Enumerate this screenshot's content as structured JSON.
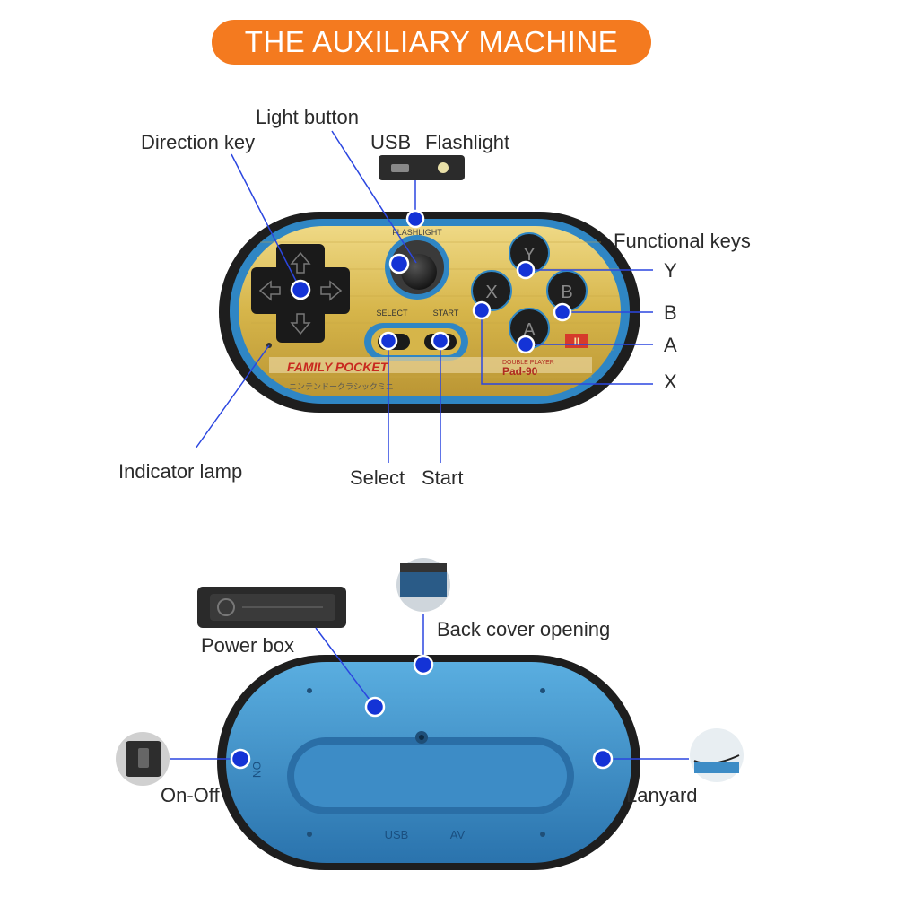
{
  "title": "THE AUXILIARY MACHINE",
  "front": {
    "device_labels": {
      "flashlight": "FLASHLIGHT",
      "select": "SELECT",
      "start": "START",
      "brand": "FAMILY POCKET",
      "jp_text": "ニンテンドークラシックミニ",
      "double_player": "DOUBLE PLAYER",
      "model": "Pad-90",
      "numeral": "II",
      "key_x": "X",
      "key_y": "Y",
      "key_a": "A",
      "key_b": "B"
    },
    "callouts": {
      "light_button": "Light button",
      "direction_key": "Direction key",
      "usb": "USB",
      "flashlight": "Flashlight",
      "functional_keys": "Functional keys",
      "y": "Y",
      "b": "B",
      "a": "A",
      "x": "X",
      "indicator_lamp": "Indicator lamp",
      "select": "Select",
      "start": "Start"
    }
  },
  "back": {
    "device_labels": {
      "usb": "USB",
      "av": "AV",
      "on": "ON"
    },
    "callouts": {
      "power_box": "Power box",
      "back_cover_opening": "Back cover opening",
      "on_off": "On-Off",
      "lanyard": "Lanyard"
    }
  },
  "colors": {
    "accent": "#f47a1f",
    "callout_blue": "#1433d6",
    "device_gold": "#d9b84a",
    "device_blue": "#3a8fc8"
  }
}
